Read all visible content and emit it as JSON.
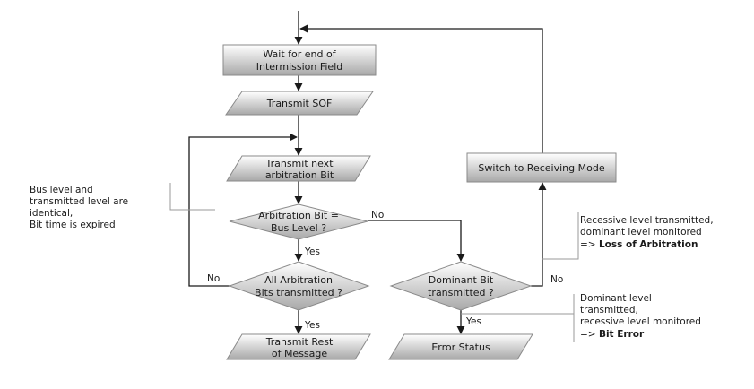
{
  "nodes": {
    "wait": {
      "line1": "Wait for end of",
      "line2": "Intermission Field"
    },
    "sof": {
      "label": "Transmit SOF"
    },
    "next": {
      "line1": "Transmit next",
      "line2": "arbitration Bit"
    },
    "arb_check": {
      "line1": "Arbitration Bit =",
      "line2": "Bus Level ?"
    },
    "all_check": {
      "line1": "All Arbitration",
      "line2": "Bits transmitted ?"
    },
    "rest": {
      "line1": "Transmit Rest",
      "line2": "of Message"
    },
    "dominant_check": {
      "line1": "Dominant Bit",
      "line2": "transmitted ?"
    },
    "error": {
      "label": "Error Status"
    },
    "switch": {
      "label": "Switch to Receiving Mode"
    }
  },
  "edge_labels": {
    "arb_no": "No",
    "arb_yes": "Yes",
    "all_no": "No",
    "all_yes": "Yes",
    "dom_no": "No",
    "dom_yes": "Yes"
  },
  "notes": {
    "bus_level": {
      "line1": "Bus level and",
      "line2": "transmitted level are",
      "line3": "identical,",
      "line4": "Bit time is expired"
    },
    "loss": {
      "line1": "Recessive level transmitted,",
      "line2": "dominant level monitored",
      "prefix": "=> ",
      "bold": "Loss of Arbitration"
    },
    "bit_error": {
      "line1": "Dominant level",
      "line2": "transmitted,",
      "line3": "recessive level monitored",
      "prefix": "=> ",
      "bold": "Bit Error"
    }
  },
  "colors": {
    "shape_top": "#ffffff",
    "shape_bottom": "#a8a8a8",
    "stroke": "#8a8a8a",
    "line": "#1a1a1a",
    "note_line": "#9a9a9a"
  }
}
